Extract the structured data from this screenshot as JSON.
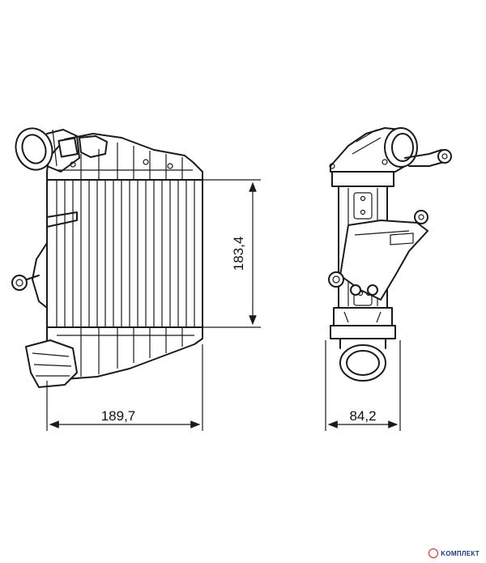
{
  "dimensions": {
    "height_label": "183,4",
    "width_label": "189,7",
    "depth_label": "84,2"
  },
  "logo": {
    "text": "KOMПЛЕКТ"
  }
}
